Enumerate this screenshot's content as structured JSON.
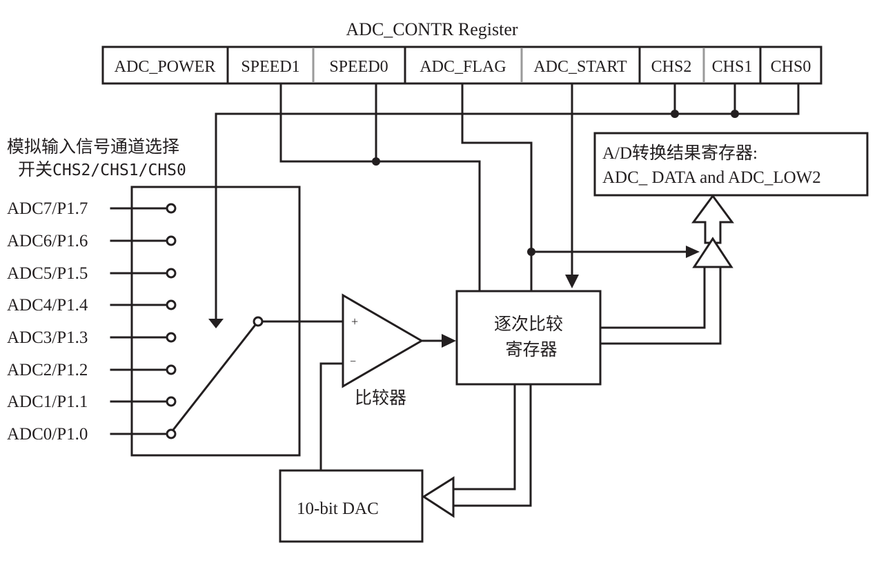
{
  "register": {
    "title": "ADC_CONTR Register",
    "bits": [
      {
        "label": "ADC_POWER"
      },
      {
        "label": "SPEED1"
      },
      {
        "label": "SPEED0"
      },
      {
        "label": "ADC_FLAG"
      },
      {
        "label": "ADC_START"
      },
      {
        "label": "CHS2"
      },
      {
        "label": "CHS1"
      },
      {
        "label": "CHS0"
      }
    ]
  },
  "mux": {
    "caption_line1": "模拟输入信号通道选择",
    "caption_line2_cjk": "开关",
    "caption_line2_code": "CHS2/CHS1/CHS0",
    "inputs": [
      "ADC7/P1.7",
      "ADC6/P1.6",
      "ADC5/P1.5",
      "ADC4/P1.4",
      "ADC3/P1.3",
      "ADC2/P1.2",
      "ADC1/P1.1",
      "ADC0/P1.0"
    ],
    "selected_input": "ADC0/P1.0"
  },
  "comparator": {
    "label": "比较器",
    "plus": "+",
    "minus": "−"
  },
  "sar": {
    "line1": "逐次比较",
    "line2": "寄存器"
  },
  "result_register": {
    "line1": "A/D转换结果寄存器:",
    "line2": "ADC_ DATA and ADC_LOW2"
  },
  "dac": {
    "label": "10-bit DAC"
  }
}
